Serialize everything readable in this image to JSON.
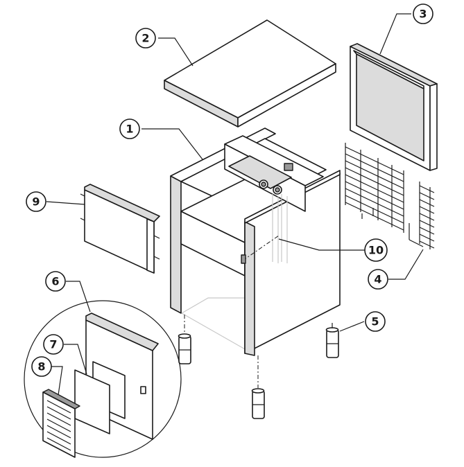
{
  "callouts": [
    {
      "id": "1",
      "label": "1"
    },
    {
      "id": "2",
      "label": "2"
    },
    {
      "id": "3",
      "label": "3"
    },
    {
      "id": "4",
      "label": "4"
    },
    {
      "id": "5",
      "label": "5"
    },
    {
      "id": "6",
      "label": "6"
    },
    {
      "id": "7",
      "label": "7"
    },
    {
      "id": "8",
      "label": "8"
    },
    {
      "id": "9",
      "label": "9"
    },
    {
      "id": "10",
      "label": "10"
    }
  ],
  "colors": {
    "line": "#1a1a1a",
    "shade": "#dcdcdc",
    "background": "#ffffff"
  }
}
